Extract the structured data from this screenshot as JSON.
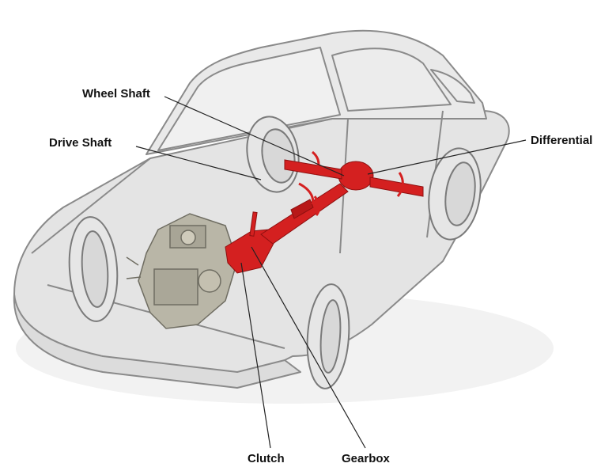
{
  "labels": {
    "wheel_shaft": "Wheel Shaft",
    "drive_shaft": "Drive Shaft",
    "differential": "Differential",
    "clutch": "Clutch",
    "gearbox": "Gearbox"
  },
  "colors": {
    "drivetrain": "#d42020",
    "car_fill": "#e4e4e4",
    "car_outline": "#8a8a8a",
    "engine": "#b9b6a7",
    "leader_line": "#222222",
    "label_text": "#111111"
  },
  "icons": {
    "rotation_arrows": "curved-arrow"
  }
}
